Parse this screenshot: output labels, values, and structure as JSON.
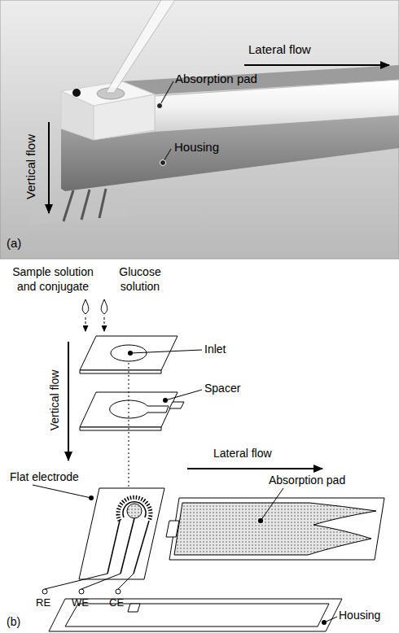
{
  "diagram": {
    "labels": [
      "Absorption pad",
      "Lateral flow",
      "Vertical flow",
      "Housing",
      "(a)",
      "Sample solution and conjugate",
      "Glucose solution",
      "Inlet",
      "Vertical flow",
      "Spacer",
      "Lateral flow",
      "Flat electrode",
      "Absorption pad",
      "RE",
      "WE",
      "CE",
      "Housing",
      "(b)"
    ]
  }
}
